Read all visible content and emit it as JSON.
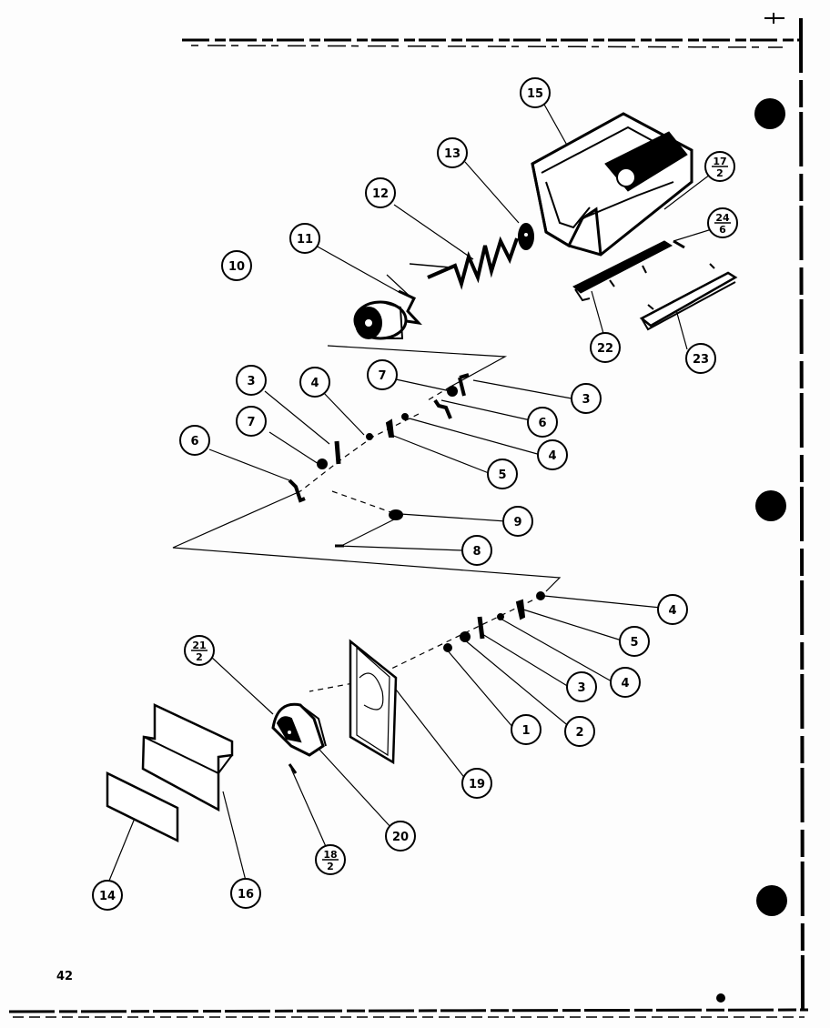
{
  "page": {
    "number": "42"
  },
  "colors": {
    "ink": "#000000",
    "paper": "#fdfdfd"
  },
  "callouts": [
    {
      "id": "c10",
      "label": "10"
    },
    {
      "id": "c11",
      "label": "11"
    },
    {
      "id": "c12",
      "label": "12"
    },
    {
      "id": "c13",
      "label": "13"
    },
    {
      "id": "c15",
      "label": "15"
    },
    {
      "id": "c17",
      "num": "17",
      "den": "2"
    },
    {
      "id": "c24",
      "num": "24",
      "den": "6"
    },
    {
      "id": "c22",
      "label": "22"
    },
    {
      "id": "c23",
      "label": "23"
    },
    {
      "id": "c3a",
      "label": "3"
    },
    {
      "id": "c4a",
      "label": "4"
    },
    {
      "id": "c7a",
      "label": "7"
    },
    {
      "id": "c7b",
      "label": "7"
    },
    {
      "id": "c3b",
      "label": "3"
    },
    {
      "id": "c6a",
      "label": "6"
    },
    {
      "id": "c6b",
      "label": "6"
    },
    {
      "id": "c4b",
      "label": "4"
    },
    {
      "id": "c5a",
      "label": "5"
    },
    {
      "id": "c9",
      "label": "9"
    },
    {
      "id": "c8",
      "label": "8"
    },
    {
      "id": "c4c",
      "label": "4"
    },
    {
      "id": "c5b",
      "label": "5"
    },
    {
      "id": "c21",
      "num": "21",
      "den": "2"
    },
    {
      "id": "c3c",
      "label": "3"
    },
    {
      "id": "c4d",
      "label": "4"
    },
    {
      "id": "c1",
      "label": "1"
    },
    {
      "id": "c2",
      "label": "2"
    },
    {
      "id": "c19",
      "label": "19"
    },
    {
      "id": "c20",
      "label": "20"
    },
    {
      "id": "c18",
      "num": "18",
      "den": "2"
    },
    {
      "id": "c14",
      "label": "14"
    },
    {
      "id": "c16",
      "label": "16"
    }
  ]
}
